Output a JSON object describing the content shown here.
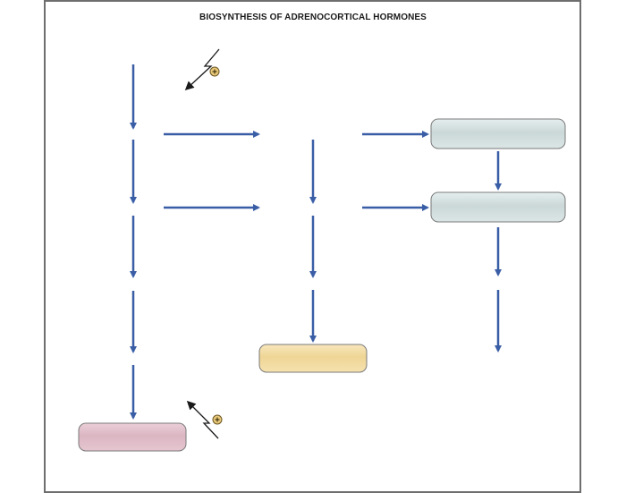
{
  "title": "BIOSYNTHESIS OF ADRENOCORTICAL HORMONES",
  "colors": {
    "arrow": "#3a5ea6",
    "stimulus_arrow": "#1a1a1a",
    "plus_badge_fill": "#e8c97a",
    "plus_badge_stroke": "#6b5520",
    "box_mineralocorticoid_fill": "#cfdcdc",
    "box_glucocorticoid_fill": "#f0d79a",
    "box_androgen_fill": "#dcb8c4",
    "box_border": "#7a7a7a"
  },
  "nodes": {
    "left_column": [
      "",
      "",
      "",
      "",
      "",
      ""
    ],
    "middle_column": [
      "",
      "",
      "",
      ""
    ],
    "right_column": [
      "",
      "",
      "",
      ""
    ],
    "box_top_right": "",
    "box_mid_right": "",
    "box_middle_bottom": "",
    "box_left_bottom": ""
  },
  "stimuli": [
    {
      "name": "stimulation-top",
      "symbol": "+"
    },
    {
      "name": "stimulation-bottom",
      "symbol": "+"
    }
  ]
}
